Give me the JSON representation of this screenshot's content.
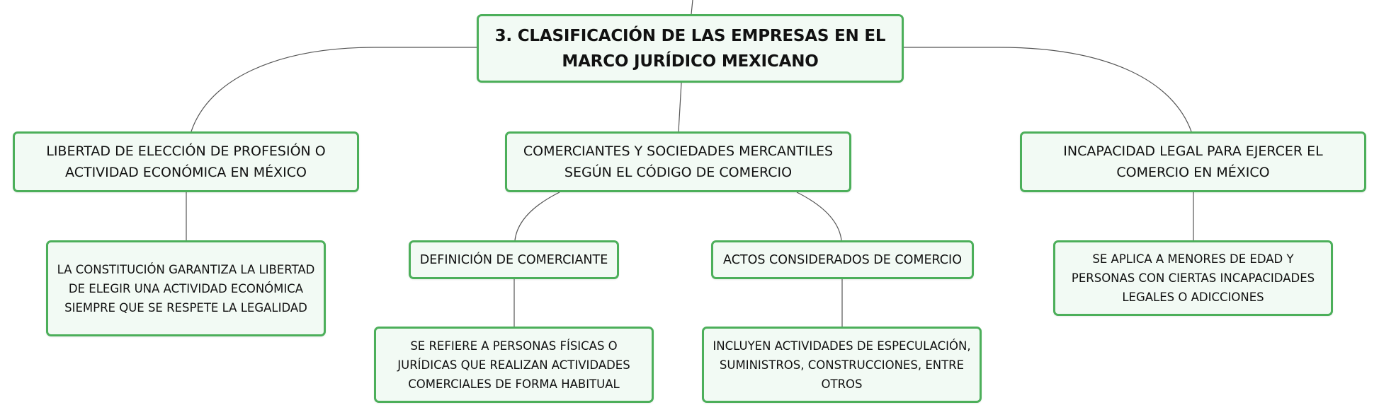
{
  "diagram": {
    "accent_color": "#4caf5a",
    "node_fill": "#f2faf4",
    "connector_color": "#555555",
    "root": {
      "label": "3. CLASIFICACIÓN DE LAS EMPRESAS EN EL MARCO JURÍDICO MEXICANO"
    },
    "branches": [
      {
        "label": "LIBERTAD DE ELECCIÓN DE PROFESIÓN O ACTIVIDAD ECONÓMICA EN MÉXICO",
        "children": [
          {
            "label": "LA CONSTITUCIÓN GARANTIZA LA LIBERTAD DE ELEGIR UNA ACTIVIDAD ECONÓMICA SIEMPRE QUE SE RESPETE LA LEGALIDAD"
          }
        ]
      },
      {
        "label": "COMERCIANTES Y SOCIEDADES MERCANTILES SEGÚN EL CÓDIGO DE COMERCIO",
        "children": [
          {
            "label": "DEFINICIÓN DE COMERCIANTE",
            "children": [
              {
                "label": "SE REFIERE A PERSONAS FÍSICAS O JURÍDICAS QUE REALIZAN ACTIVIDADES COMERCIALES DE FORMA HABITUAL"
              }
            ]
          },
          {
            "label": "ACTOS CONSIDERADOS DE COMERCIO",
            "children": [
              {
                "label": "INCLUYEN ACTIVIDADES DE ESPECULACIÓN, SUMINISTROS, CONSTRUCCIONES, ENTRE OTROS"
              }
            ]
          }
        ]
      },
      {
        "label": "INCAPACIDAD LEGAL PARA EJERCER EL COMERCIO EN MÉXICO",
        "children": [
          {
            "label": "SE APLICA A MENORES DE EDAD Y PERSONAS CON CIERTAS INCAPACIDADES LEGALES O ADICCIONES"
          }
        ]
      }
    ]
  }
}
